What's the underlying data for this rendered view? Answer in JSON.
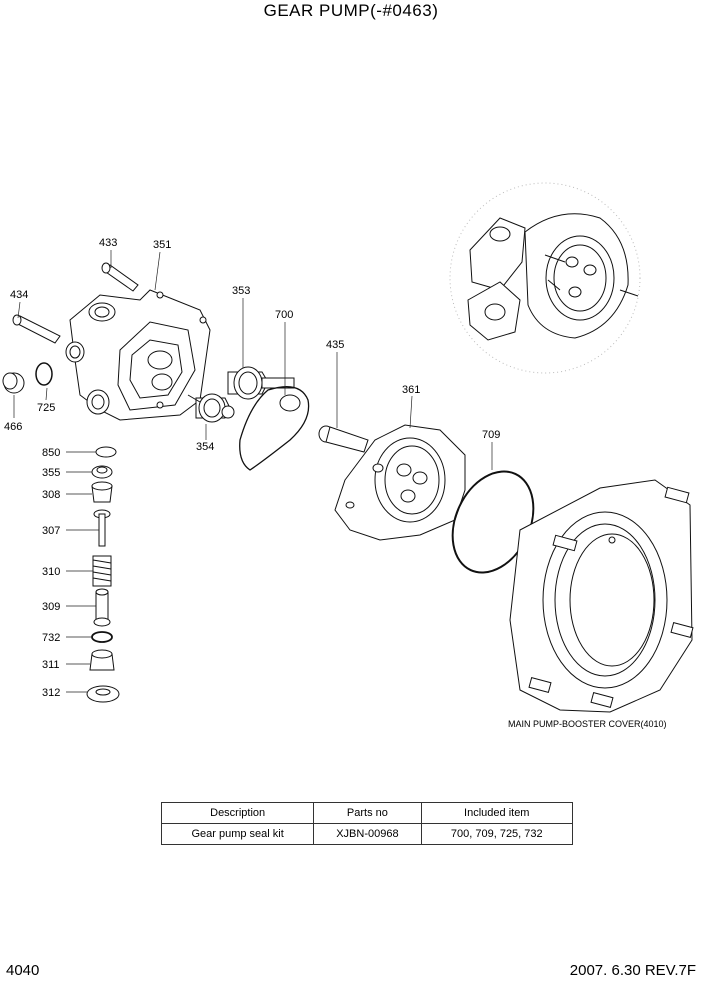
{
  "title": "GEAR PUMP(-#0463)",
  "part_labels": {
    "p433": "433",
    "p351": "351",
    "p434": "434",
    "p353": "353",
    "p700": "700",
    "p435": "435",
    "p725": "725",
    "p466": "466",
    "p361": "361",
    "p354": "354",
    "p709": "709",
    "p850": "850",
    "p355": "355",
    "p308": "308",
    "p307": "307",
    "p310": "310",
    "p309": "309",
    "p732": "732",
    "p311": "311",
    "p312": "312"
  },
  "cover_note": "MAIN PUMP-BOOSTER COVER(4010)",
  "kit_table": {
    "headers": [
      "Description",
      "Parts no",
      "Included item"
    ],
    "rows": [
      [
        "Gear pump seal kit",
        "XJBN-00968",
        "700, 709, 725, 732"
      ]
    ]
  },
  "footer": {
    "page": "4040",
    "revision": "2007. 6.30  REV.7F"
  }
}
